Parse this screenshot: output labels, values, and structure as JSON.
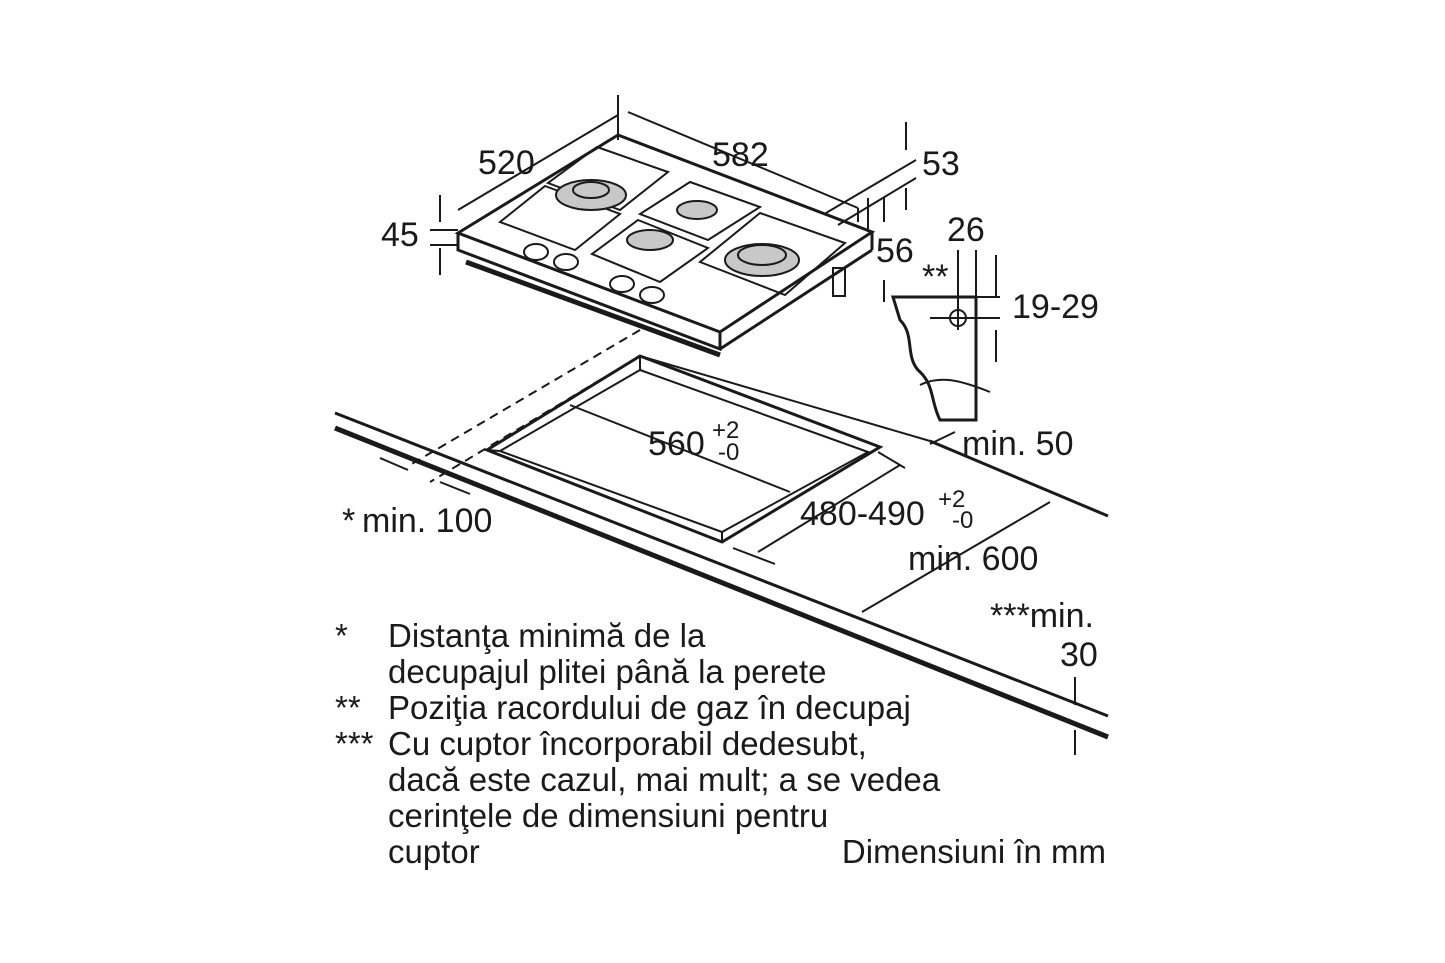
{
  "dimensions": {
    "depth": "520",
    "width": "582",
    "right_height": "53",
    "height": "45",
    "depth_right": "56",
    "pipe_offset": "26",
    "pipe_height": "19-29",
    "pipe_star": "**",
    "wall_min": "min. 50",
    "cutout_width": "560",
    "cutout_width_tol_plus": "+2",
    "cutout_width_tol_minus": "-0",
    "cutout_depth": "480-490",
    "cutout_depth_tol_plus": "+2",
    "cutout_depth_tol_minus": "-0",
    "front_min_star": "*",
    "front_min": "min. 100",
    "depth_min": "min. 600",
    "below_min_star": "***min.",
    "below_min_val": "30"
  },
  "notes": [
    {
      "marker": "*",
      "lines": [
        "Distanţa minimă de la",
        "decupajul plitei până la perete"
      ]
    },
    {
      "marker": "**",
      "lines": [
        "Poziţia racordului de gaz în decupaj"
      ]
    },
    {
      "marker": "***",
      "lines": [
        "Cu cuptor încorporabil dedesubt,",
        "dacă este cazul, mai mult; a se vedea",
        "cerinţele de dimensiuni pentru",
        "cuptor"
      ]
    }
  ],
  "units_note": "Dimensiuni în mm"
}
